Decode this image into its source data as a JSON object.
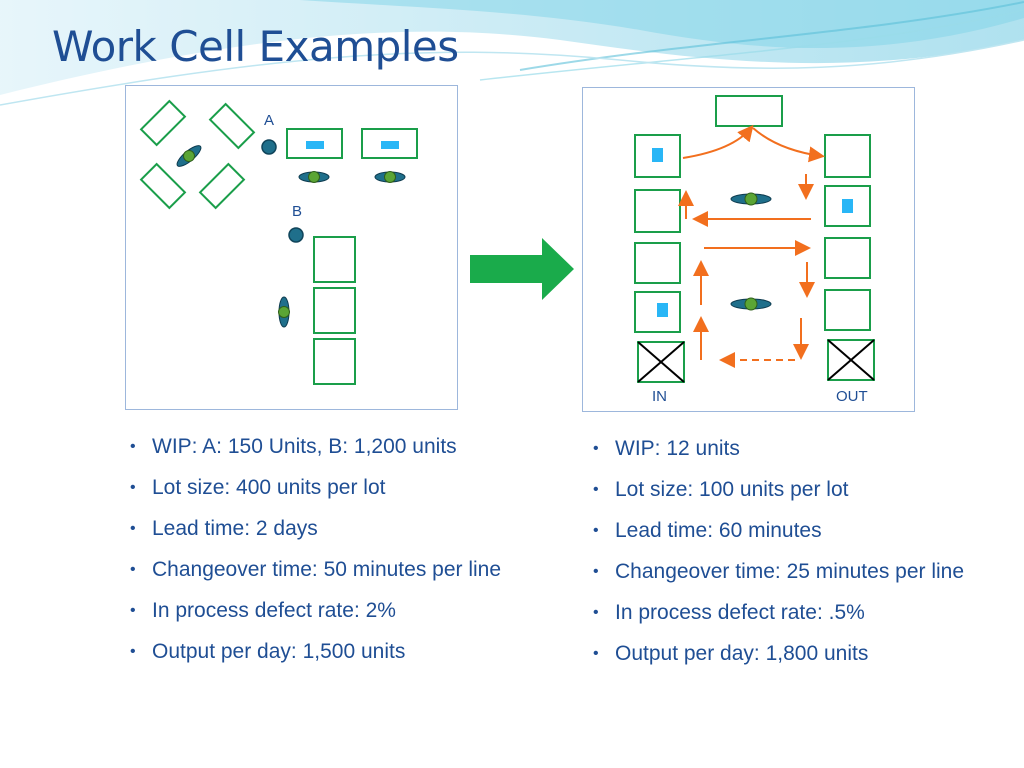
{
  "slide": {
    "title": "Work Cell Examples"
  },
  "left_diagram": {
    "labels": {
      "a": "A",
      "b": "B"
    },
    "bullets": [
      "WIP: A: 150 Units, B: 1,200 units",
      "Lot size: 400 units per lot",
      "Lead time: 2 days",
      "Changeover time: 50 minutes per line",
      "In process defect rate: 2%",
      "Output per day: 1,500 units"
    ]
  },
  "right_diagram": {
    "labels": {
      "in": "IN",
      "out": "OUT"
    },
    "bullets": [
      "WIP: 12 units",
      "Lot size: 100 units per lot",
      "Lead time: 60 minutes",
      "Changeover time: 25 minutes per line",
      "In process defect rate: .5%",
      "Output per day: 1,800 units"
    ]
  },
  "colors": {
    "title": "#1f4e94",
    "station_border": "#1a9e4a",
    "part_marker": "#29b6f6",
    "flow_arrow": "#f26f1e",
    "transition_arrow": "#1aab4b",
    "worker_body": "#1f6f8b",
    "worker_head": "#5ba535"
  },
  "icons": {
    "transition": "right-arrow-icon",
    "worker": "worker-icon",
    "dead_station": "x-station-icon"
  }
}
